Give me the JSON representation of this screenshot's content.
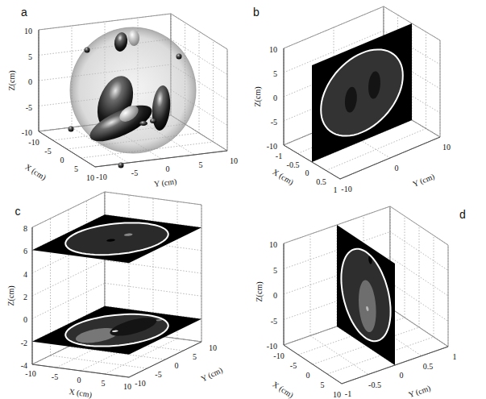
{
  "diagram": {
    "labels": [
      "a",
      "Z(cm)",
      "10",
      "5",
      "0",
      "-5",
      "-10",
      "X (cm)",
      "-10",
      "-5",
      "0",
      "5",
      "10",
      "Y (cm)",
      "-10",
      "-5",
      "0",
      "5",
      "10",
      "b",
      "Z(cm)",
      "10",
      "5",
      "0",
      "-5",
      "-10",
      "X (cm)",
      "-1",
      "-0.5",
      "0",
      "0.5",
      "1",
      "Y (cm)",
      "-10",
      "0",
      "10",
      "c",
      "Z(cm)",
      "8",
      "6",
      "4",
      "2",
      "0",
      "-2",
      "-4",
      "X (cm)",
      "-10",
      "-5",
      "0",
      "5",
      "10",
      "Y (cm)",
      "-10",
      "-5",
      "0",
      "5",
      "10",
      "d",
      "Z(cm)",
      "10",
      "5",
      "0",
      "-5",
      "-10",
      "X (cm)",
      "-10",
      "-5",
      "0",
      "5",
      "10",
      "Y (cm)",
      "-1",
      "-0.5",
      "0",
      "0.5",
      "1"
    ]
  }
}
